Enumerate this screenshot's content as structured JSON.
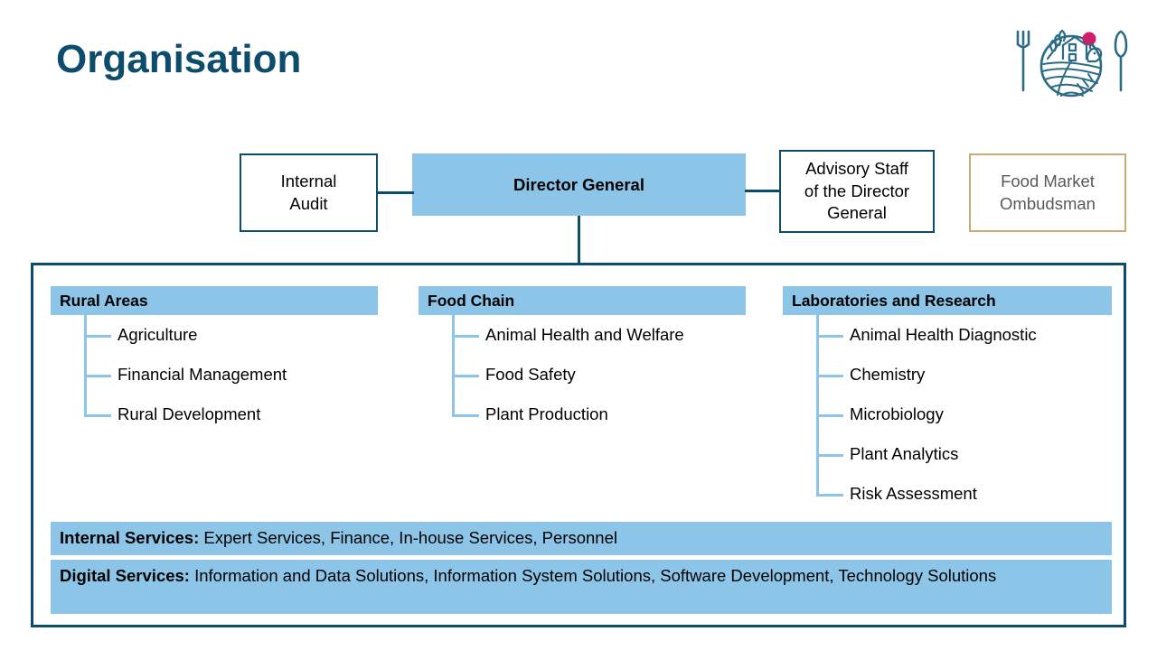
{
  "page": {
    "title": "Organisation"
  },
  "logo": {
    "name": "farm-food-circle-logo",
    "fork_label": "fork",
    "knife_label": "knife",
    "accent_color": "#CE1F6A",
    "line_color": "#1F5F7E"
  },
  "top_row": {
    "internal_audit": {
      "label": "Internal Audit",
      "line1": "Internal",
      "line2": "Audit",
      "border_color": "#0D4D6B",
      "text_color": "#000000"
    },
    "director_general": {
      "label": "Director General",
      "fill_color": "#8CC5E8",
      "text_color": "#000000"
    },
    "advisory_staff": {
      "label": "Advisory Staff of the Director General",
      "line1": "Advisory Staff",
      "line2": "of the Director",
      "line3": "General",
      "border_color": "#0D4D6B",
      "text_color": "#000000"
    },
    "food_market_ombudsman": {
      "label": "Food Market Ombudsman",
      "line1": "Food Market",
      "line2": "Ombudsman",
      "border_color": "#C6AC78",
      "text_color": "#595959"
    }
  },
  "departments": [
    {
      "header": "Rural Areas",
      "items": [
        "Agriculture",
        "Financial Management",
        "Rural Development"
      ]
    },
    {
      "header": "Food Chain",
      "items": [
        "Animal Health and Welfare",
        "Food Safety",
        "Plant Production"
      ]
    },
    {
      "header": "Laboratories and Research",
      "items": [
        "Animal Health Diagnostic",
        "Chemistry",
        "Microbiology",
        "Plant Analytics",
        "Risk Assessment"
      ]
    }
  ],
  "service_bars": [
    {
      "label": "Internal Services:",
      "value": "Expert Services, Finance, In-house Services, Personnel"
    },
    {
      "label": "Digital Services:",
      "value": "Information and Data Solutions, Information System Solutions, Software Development, Technology Solutions"
    }
  ],
  "colors": {
    "accent_blue": "#8CC5E8",
    "dark_teal": "#0D4D6B",
    "tan": "#C6AC78",
    "gray_text": "#595959"
  }
}
